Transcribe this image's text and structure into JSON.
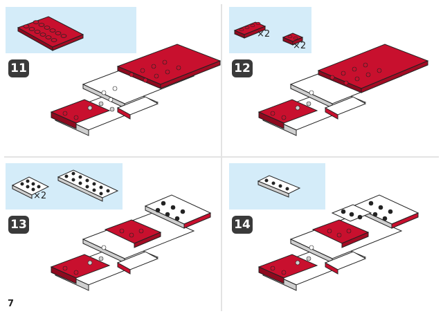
{
  "page": {
    "number": "7"
  },
  "colors": {
    "red": "#c8102e",
    "red_dark": "#8e0a1f",
    "white": "#ffffff",
    "gray": "#c9c9c9",
    "black": "#222222",
    "parts_bg": "#d4ecf9"
  },
  "steps": [
    {
      "number": "11",
      "parts": [
        {
          "piece": "red-plate-2x6",
          "qty": ""
        }
      ]
    },
    {
      "number": "12",
      "parts": [
        {
          "piece": "red-plate-1x4",
          "qty": "×2"
        },
        {
          "piece": "red-plate-1x2",
          "qty": "×2"
        }
      ]
    },
    {
      "number": "13",
      "parts": [
        {
          "piece": "white-plate-2x3",
          "qty": "×2"
        },
        {
          "piece": "white-plate-2x6",
          "qty": ""
        }
      ]
    },
    {
      "number": "14",
      "parts": [
        {
          "piece": "white-plate-1x4",
          "qty": ""
        }
      ]
    }
  ]
}
